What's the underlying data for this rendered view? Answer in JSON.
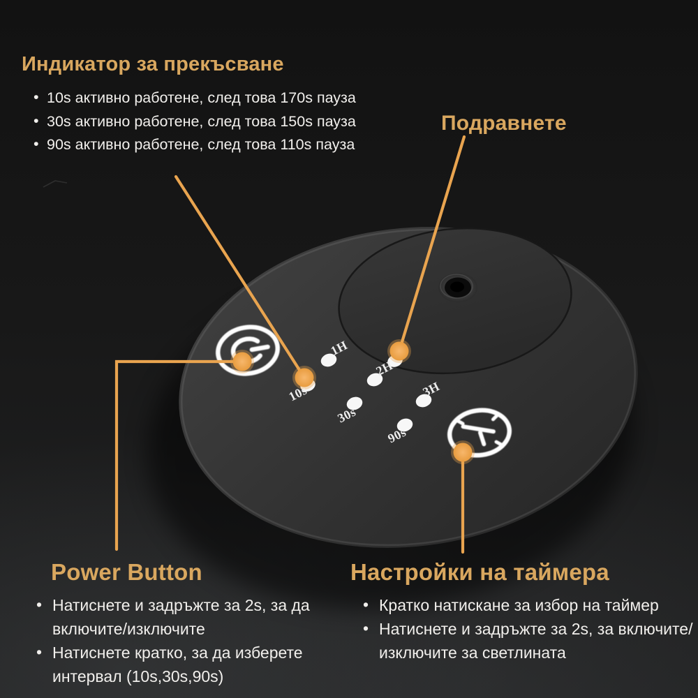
{
  "colors": {
    "accent_gold": "#d9a75f",
    "annotation_orange": "#e9a44f",
    "led_white": "#f7f7f7",
    "body_text": "#f1efec",
    "background_dark": "#1a1a1a"
  },
  "sections": {
    "interruption_indicator": {
      "title": "Индикатор за прекъсване",
      "bullets": [
        "10s активно работене, след това 170s пауза",
        "30s активно работене, след това 150s пауза",
        "90s активно работене, след това 110s пауза"
      ]
    },
    "align": {
      "title": "Подравнете"
    },
    "power_button": {
      "title": "Power Button",
      "bullets": [
        "Натиснете и задръжте за 2s, за да включите/изключите",
        "Натиснете кратко, за да изберете интервал (10s,30s,90s)"
      ]
    },
    "timer_settings": {
      "title": "Настройки на таймера",
      "bullets": [
        "Кратко натискане за избор на таймер",
        "Натиснете и задръжте за 2s, за включите/изключите за светлината"
      ]
    }
  },
  "device": {
    "panel_leds": [
      {
        "label": "1H"
      },
      {
        "label": "2H"
      },
      {
        "label": "3H"
      },
      {
        "label": "10s"
      },
      {
        "label": "30s"
      },
      {
        "label": "90s"
      }
    ],
    "icons": {
      "power": "power-icon",
      "timer": "timer-clock-icon"
    }
  }
}
